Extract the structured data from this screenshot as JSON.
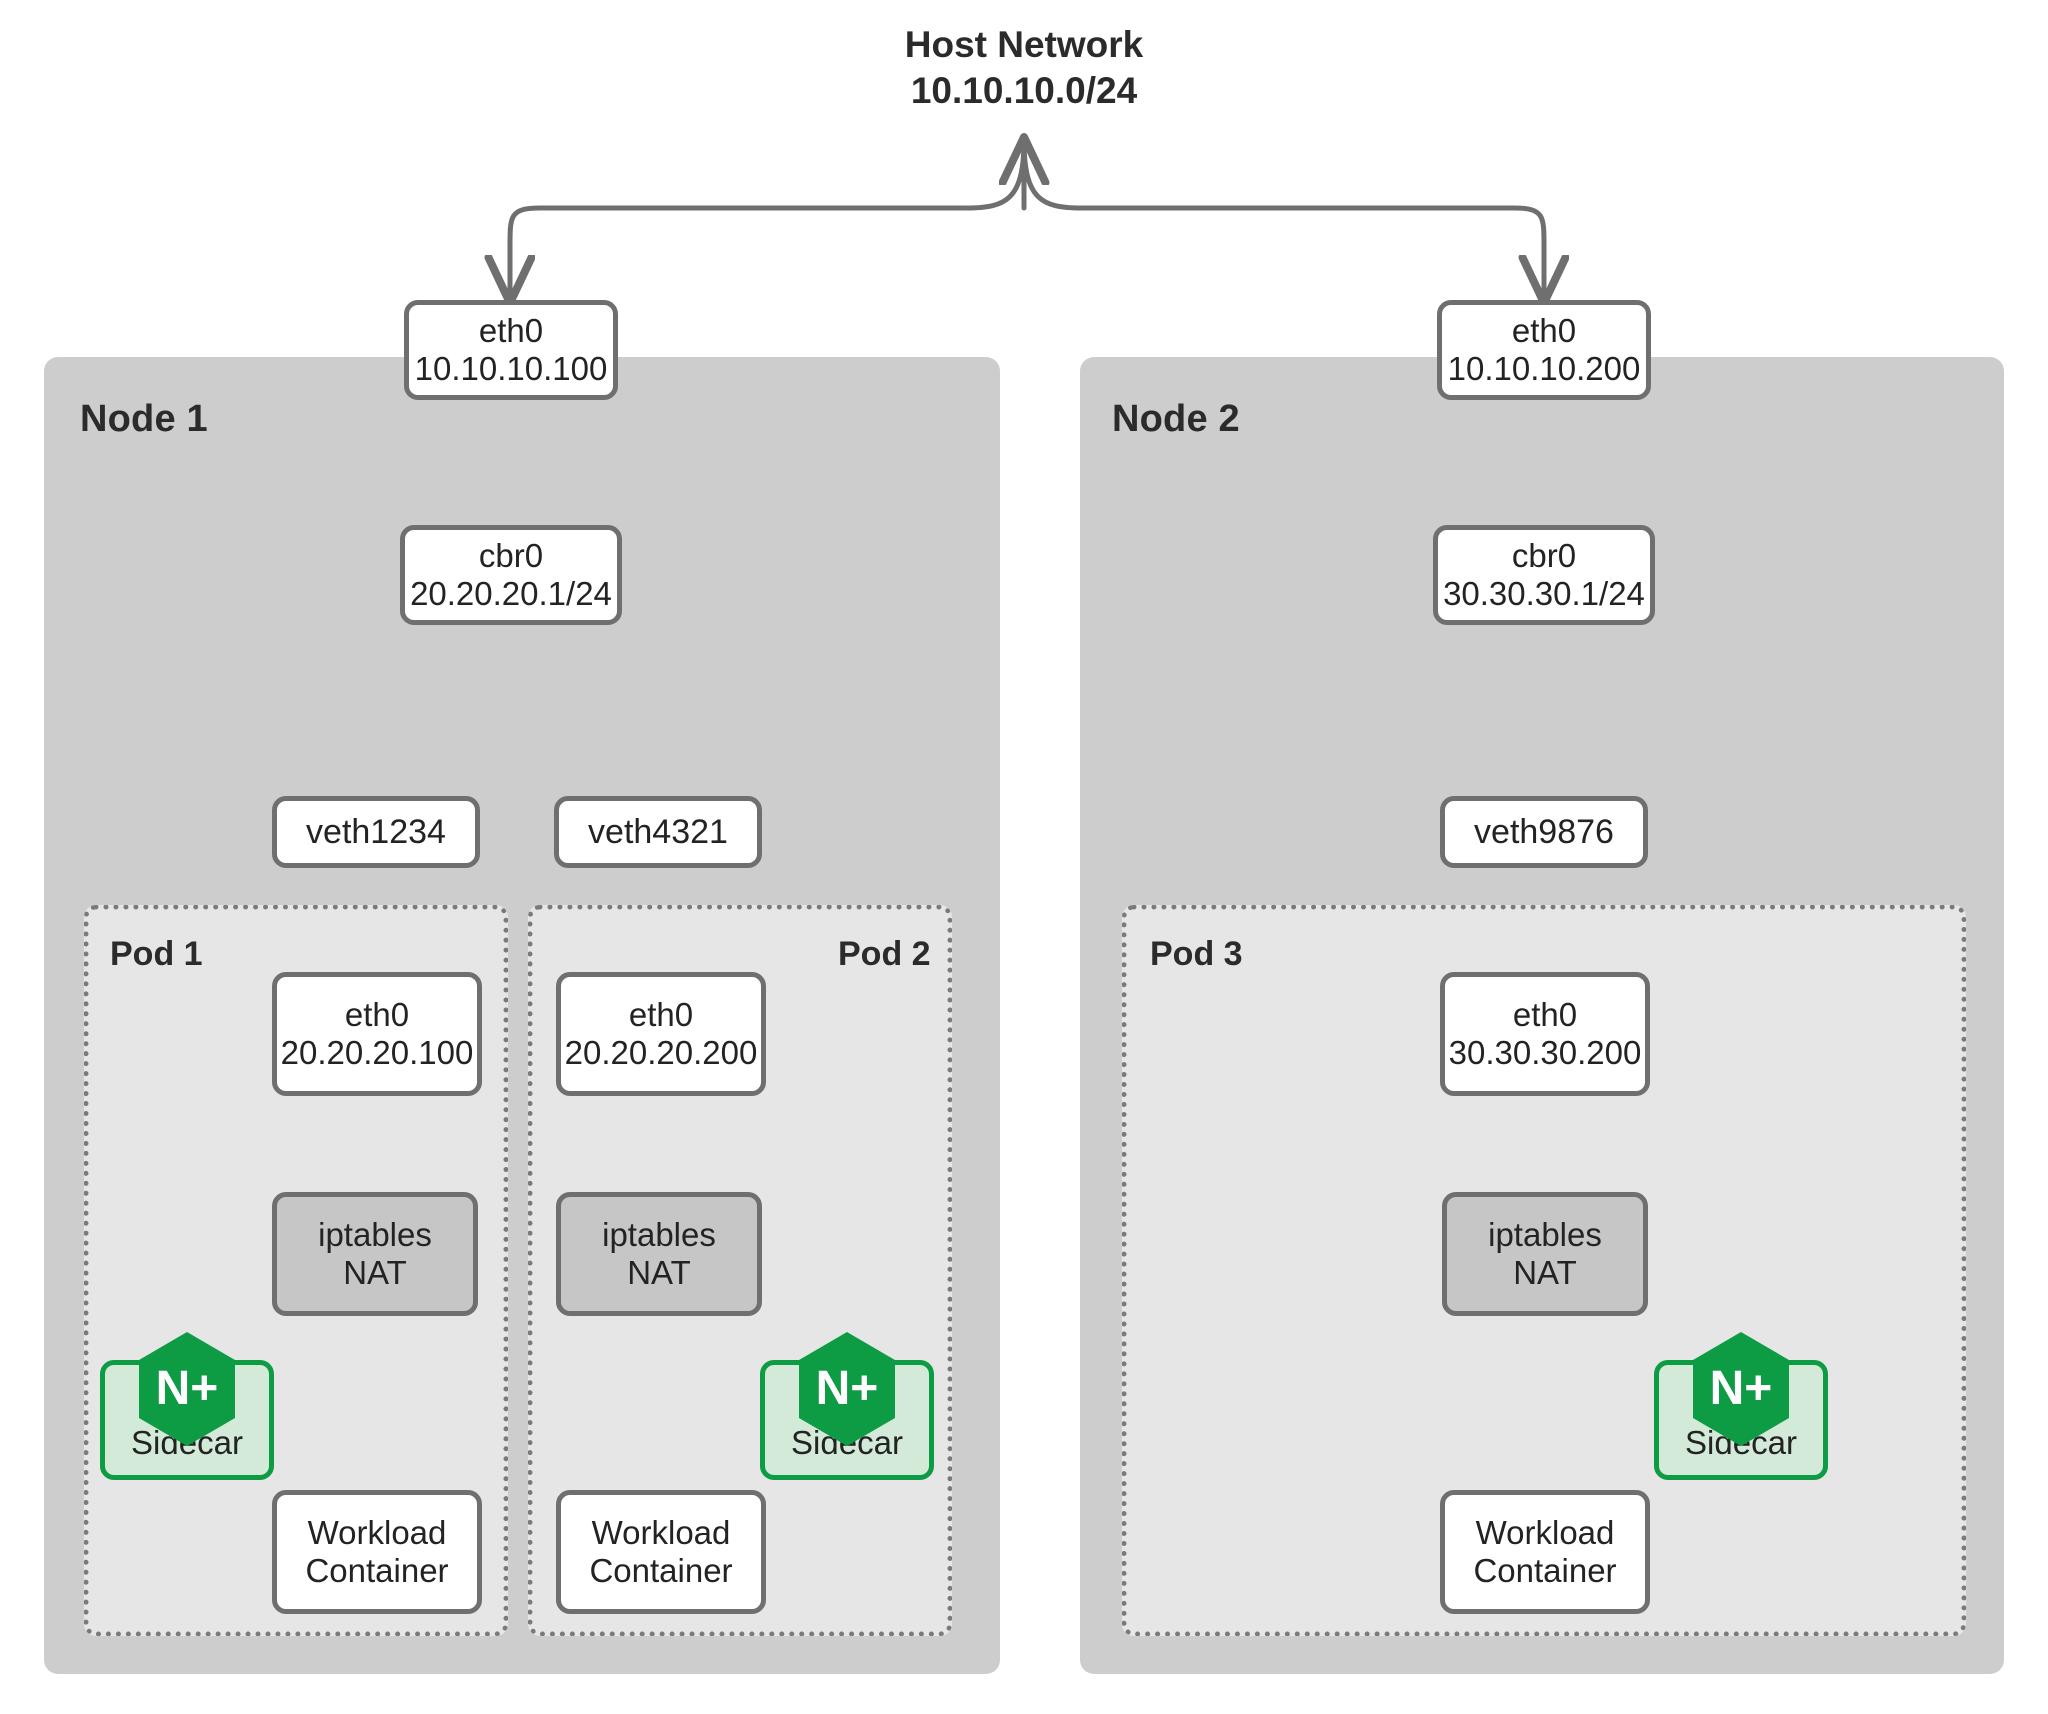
{
  "diagram": {
    "title_line1": "Host Network",
    "title_line2": "10.10.10.0/24"
  },
  "nodes": [
    {
      "id": "node1",
      "label": "Node 1",
      "host_nic": {
        "name": "eth0",
        "ip": "10.10.10.100"
      },
      "bridge": {
        "name": "cbr0",
        "ip": "20.20.20.1/24"
      },
      "veths": [
        {
          "name": "veth1234"
        },
        {
          "name": "veth4321"
        }
      ],
      "pods": [
        {
          "label": "Pod 1",
          "eth": {
            "name": "eth0",
            "ip": "20.20.20.100"
          },
          "nat": {
            "line1": "iptables",
            "line2": "NAT"
          },
          "sidecar": {
            "label": "Sidecar",
            "logo": "nginx-plus-icon",
            "logo_text": "N+",
            "side": "left"
          },
          "workload": {
            "line1": "Workload",
            "line2": "Container"
          }
        },
        {
          "label": "Pod 2",
          "eth": {
            "name": "eth0",
            "ip": "20.20.20.200"
          },
          "nat": {
            "line1": "iptables",
            "line2": "NAT"
          },
          "sidecar": {
            "label": "Sidecar",
            "logo": "nginx-plus-icon",
            "logo_text": "N+",
            "side": "right"
          },
          "workload": {
            "line1": "Workload",
            "line2": "Container"
          }
        }
      ]
    },
    {
      "id": "node2",
      "label": "Node 2",
      "host_nic": {
        "name": "eth0",
        "ip": "10.10.10.200"
      },
      "bridge": {
        "name": "cbr0",
        "ip": "30.30.30.1/24"
      },
      "veths": [
        {
          "name": "veth9876"
        }
      ],
      "pods": [
        {
          "label": "Pod 3",
          "eth": {
            "name": "eth0",
            "ip": "30.30.30.200"
          },
          "nat": {
            "line1": "iptables",
            "line2": "NAT"
          },
          "sidecar": {
            "label": "Sidecar",
            "logo": "nginx-plus-icon",
            "logo_text": "N+",
            "side": "right"
          },
          "workload": {
            "line1": "Workload",
            "line2": "Container"
          }
        }
      ]
    }
  ],
  "colors": {
    "node_fill": "#cdcdcd",
    "pod_fill": "#e6e6e6",
    "box_border": "#6f6f6f",
    "nat_fill": "#c6c6c6",
    "sidecar_fill": "#d2ead7",
    "sidecar_border": "#0d9b44",
    "nginx_green": "#0d9b44",
    "wire": "#6f6f6f",
    "text": "#232323"
  }
}
